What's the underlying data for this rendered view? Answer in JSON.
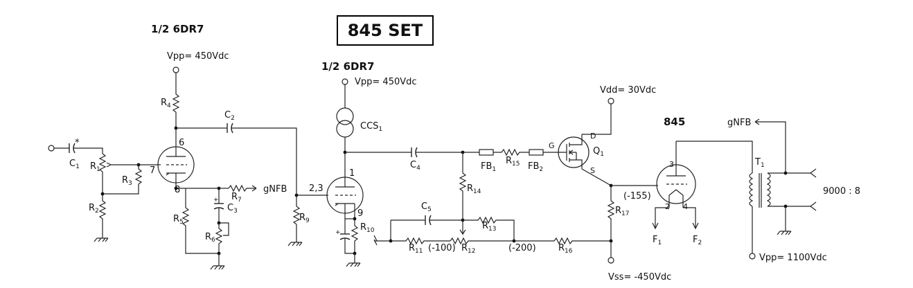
{
  "title": "845 SET",
  "tubes": {
    "v1_name": "1/2 6DR7",
    "v2_name": "1/2 6DR7",
    "v3_name": "845"
  },
  "supplies": {
    "vpp1": "Vpp= 450Vdc",
    "vpp2": "Vpp= 450Vdc",
    "vdd": "Vdd= 30Vdc",
    "vss": "Vss= -450Vdc",
    "vpp3": "Vpp= 1100Vdc"
  },
  "components": {
    "C1": [
      "C",
      "1"
    ],
    "C2": [
      "C",
      "2"
    ],
    "C3": [
      "C",
      "3"
    ],
    "C4": [
      "C",
      "4"
    ],
    "C5": [
      "C",
      "5"
    ],
    "R1": [
      "R",
      "1"
    ],
    "R2": [
      "R",
      "2"
    ],
    "R3": [
      "R",
      "3"
    ],
    "R4": [
      "R",
      "4"
    ],
    "R5": [
      "R",
      "5"
    ],
    "R6": [
      "R",
      "6"
    ],
    "R7": [
      "R",
      "7"
    ],
    "R9": [
      "R",
      "9"
    ],
    "R10": [
      "R",
      "10"
    ],
    "R11": [
      "R",
      "11"
    ],
    "R12": [
      "R",
      "12"
    ],
    "R13": [
      "R",
      "13"
    ],
    "R14": [
      "R",
      "14"
    ],
    "R15": [
      "R",
      "15"
    ],
    "R16": [
      "R",
      "16"
    ],
    "R17": [
      "R",
      "17"
    ],
    "FB1": [
      "FB",
      "1"
    ],
    "FB2": [
      "FB",
      "2"
    ],
    "CCS1": [
      "CCS",
      "1"
    ],
    "Q1": [
      "Q",
      "1"
    ],
    "T1": [
      "T",
      "1"
    ],
    "F1": [
      "F",
      "1"
    ],
    "F2": [
      "F",
      "2"
    ]
  },
  "pins": {
    "v1_plate": "6",
    "v1_grid": "7",
    "v1_cathode": "8",
    "v2_plate": "1",
    "v2_grid": "2,3",
    "v2_cathode": "9",
    "v3_plate": "3",
    "v3_fil_a": "2",
    "v3_fil_b": "4",
    "q1_drain": "D",
    "q1_gate": "G",
    "q1_source": "S"
  },
  "annotations": {
    "gnfb_1": "gNFB",
    "gnfb_2": "gNFB",
    "c1_star": "*",
    "volt_100": "(-100)",
    "volt_200": "(-200)",
    "volt_155": "(-155)",
    "ratio": "9000 : 8"
  }
}
